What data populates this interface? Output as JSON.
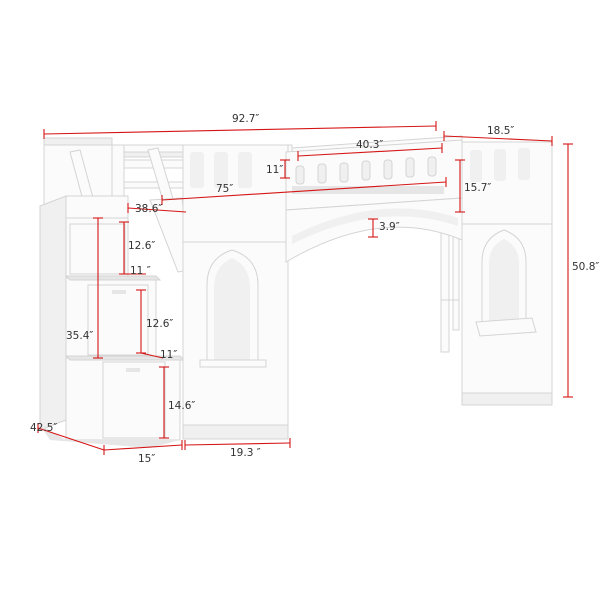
{
  "colors": {
    "dimension": "#d51515",
    "label": "#333333",
    "furniture": "#fbfbfb",
    "outline": "#d4d4d4"
  },
  "dimensions": {
    "overall_length": "92.7″",
    "side_width": "18.5″",
    "guardrail_length": "40.3″",
    "bed_length": "75″",
    "stair_depth": "38.6″",
    "rail_top_gap": "11″",
    "guardrail_height": "15.7″",
    "arch_height": "3.9″",
    "overall_height": "50.8″",
    "step_height_upper": "12.6″",
    "step_gap_upper": "11  ″",
    "stair_height": "35.4″",
    "step_height_middle": "12.6″",
    "step_gap_lower": "11″",
    "step_height_lower": "14.6″",
    "overall_depth": "42.5″",
    "stair_width": "15″",
    "tower_width": "19.3  ″"
  }
}
